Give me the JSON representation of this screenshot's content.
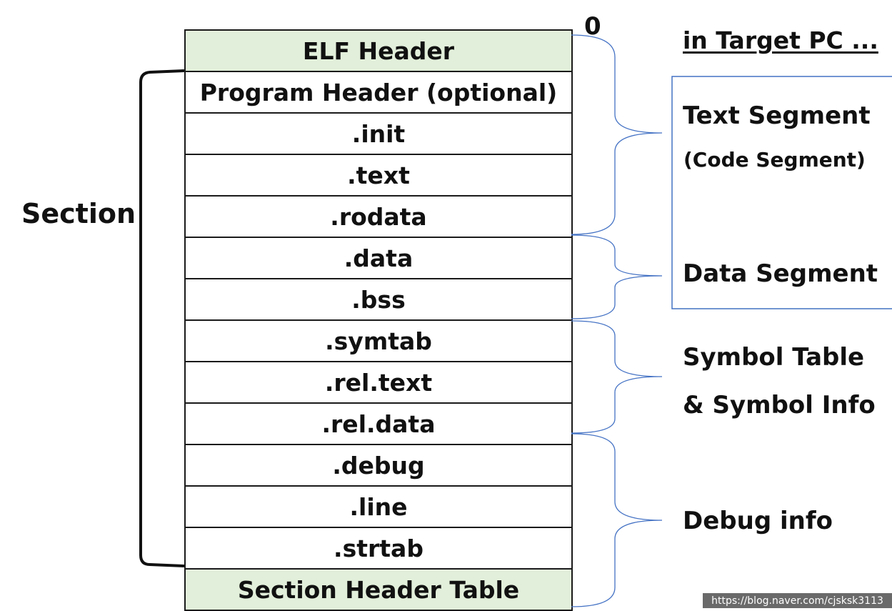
{
  "stack": {
    "header": "ELF Header",
    "program_header": "Program Header (optional)",
    "sections": [
      ".init",
      ".text",
      ".rodata",
      ".data",
      ".bss",
      ".symtab",
      ".rel.text",
      ".rel.data",
      ".debug",
      ".line",
      ".strtab"
    ],
    "footer": "Section Header Table"
  },
  "labels": {
    "offset_zero": "0",
    "target_note": "in Target PC ...",
    "section": "Section",
    "text_segment": "Text Segment",
    "code_segment": "(Code Segment)",
    "data_segment": "Data Segment",
    "symbol_table_line1": "Symbol Table",
    "symbol_table_line2": "& Symbol Info",
    "debug_info": "Debug info"
  },
  "watermark": "https://blog.naver.com/cjsksk3113",
  "colors": {
    "highlight_row": "#e2efda",
    "brace": "#4472c4",
    "border": "#1a1a1a"
  }
}
